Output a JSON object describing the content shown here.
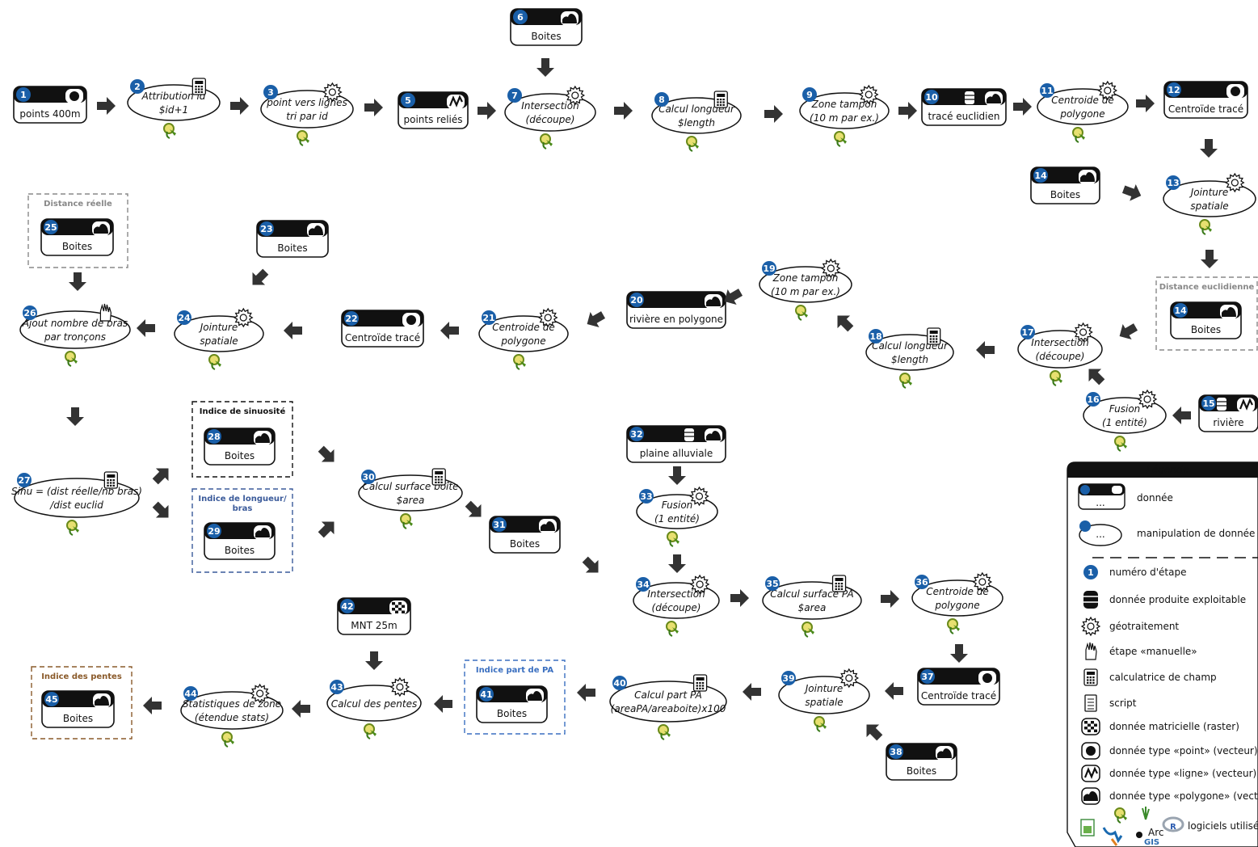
{
  "colors": {
    "step_badge": "#1a5fa8",
    "arrow": "#333333",
    "node_border": "#111111",
    "dist_reelle": "#888888",
    "dist_euclid": "#888888",
    "sinuosite": "#111111",
    "longueur_bras": "#3a5a9a",
    "part_pa": "#3a6fc0",
    "pentes": "#8a5a2a"
  },
  "data_nodes": [
    {
      "num": "1",
      "label": "points 400m",
      "icon": "point-icon"
    },
    {
      "num": "5",
      "label": "points reliés",
      "icon": "line-icon"
    },
    {
      "num": "6",
      "label": "Boites",
      "icon": "polygon-icon"
    },
    {
      "num": "10",
      "label": "tracé euclidien",
      "icon": "polygon-icon",
      "icon2": "database-icon"
    },
    {
      "num": "12",
      "label": "Centroïde tracé",
      "icon": "point-icon"
    },
    {
      "num": "14",
      "label": "Boites",
      "icon": "polygon-icon"
    },
    {
      "num": "14",
      "label": "Boites",
      "icon": "polygon-icon"
    },
    {
      "num": "15",
      "label": "rivière",
      "icon": "line-icon",
      "icon2": "database-icon"
    },
    {
      "num": "20",
      "label": "rivière en polygone",
      "icon": "polygon-icon"
    },
    {
      "num": "22",
      "label": "Centroïde tracé",
      "icon": "point-icon"
    },
    {
      "num": "23",
      "label": "Boites",
      "icon": "polygon-icon"
    },
    {
      "num": "25",
      "label": "Boites",
      "icon": "polygon-icon"
    },
    {
      "num": "28",
      "label": "Boites",
      "icon": "polygon-icon"
    },
    {
      "num": "29",
      "label": "Boites",
      "icon": "polygon-icon"
    },
    {
      "num": "31",
      "label": "Boites",
      "icon": "polygon-icon"
    },
    {
      "num": "32",
      "label": "plaine alluviale",
      "icon": "polygon-icon",
      "icon2": "database-icon"
    },
    {
      "num": "37",
      "label": "Centroïde tracé",
      "icon": "point-icon"
    },
    {
      "num": "38",
      "label": "Boites",
      "icon": "polygon-icon"
    },
    {
      "num": "41",
      "label": "Boites",
      "icon": "polygon-icon"
    },
    {
      "num": "42",
      "label": "MNT 25m",
      "icon": "raster-icon"
    },
    {
      "num": "45",
      "label": "Boites",
      "icon": "polygon-icon"
    }
  ],
  "process_nodes": [
    {
      "num": "2",
      "line1": "Attribution id",
      "line2": "$id+1",
      "icon": "calculator-icon"
    },
    {
      "num": "3",
      "line1": "point vers lignes",
      "line2": "tri par id",
      "icon": "gear-icon"
    },
    {
      "num": "7",
      "line1": "Intersection",
      "line2": "(découpe)",
      "icon": "gear-icon"
    },
    {
      "num": "8",
      "line1": "Calcul longueur",
      "line2": "$length",
      "icon": "calculator-icon"
    },
    {
      "num": "9",
      "line1": "Zone tampon",
      "line2": "(10 m par ex.)",
      "icon": "gear-icon"
    },
    {
      "num": "11",
      "line1": "Centroide de",
      "line2": "polygone",
      "icon": "gear-icon"
    },
    {
      "num": "13",
      "line1": "Jointure",
      "line2": "spatiale",
      "icon": "gear-icon"
    },
    {
      "num": "16",
      "line1": "Fusion",
      "line2": "(1 entité)",
      "icon": "gear-icon"
    },
    {
      "num": "17",
      "line1": "Intersection",
      "line2": "(découpe)",
      "icon": "gear-icon"
    },
    {
      "num": "18",
      "line1": "Calcul longueur",
      "line2": "$length",
      "icon": "calculator-icon"
    },
    {
      "num": "19",
      "line1": "Zone tampon",
      "line2": "(10 m par ex.)",
      "icon": "gear-icon"
    },
    {
      "num": "21",
      "line1": "Centroide de",
      "line2": "polygone",
      "icon": "gear-icon"
    },
    {
      "num": "24",
      "line1": "Jointure",
      "line2": "spatiale",
      "icon": "gear-icon"
    },
    {
      "num": "26",
      "line1": "Ajout nombre de bras",
      "line2": "par tronçons",
      "icon": "hand-icon"
    },
    {
      "num": "27",
      "line1": "Sinu = (dist réelle/nb bras)",
      "line2": "/dist euclid",
      "icon": "calculator-icon"
    },
    {
      "num": "30",
      "line1": "Calcul surface boîte",
      "line2": "$area",
      "icon": "calculator-icon"
    },
    {
      "num": "33",
      "line1": "Fusion",
      "line2": "(1 entité)",
      "icon": "gear-icon"
    },
    {
      "num": "34",
      "line1": "Intersection",
      "line2": "(découpe)",
      "icon": "gear-icon"
    },
    {
      "num": "35",
      "line1": "Calcul surface PA",
      "line2": "$area",
      "icon": "calculator-icon"
    },
    {
      "num": "36",
      "line1": "Centroide de",
      "line2": "polygone",
      "icon": "gear-icon"
    },
    {
      "num": "39",
      "line1": "Jointure",
      "line2": "spatiale",
      "icon": "gear-icon"
    },
    {
      "num": "40",
      "line1": "Calcul part PA",
      "line2": "(areaPA/areaboite)x100",
      "icon": "calculator-icon"
    },
    {
      "num": "43",
      "line1": "Calcul des pentes",
      "line2": "",
      "icon": "gear-icon"
    },
    {
      "num": "44",
      "line1": "Statistiques de zone",
      "line2": "(étendue stats)",
      "icon": "gear-icon"
    }
  ],
  "groups": [
    {
      "title": "Distance réelle"
    },
    {
      "title": "Distance euclidienne"
    },
    {
      "title": "Indice de sinuosité"
    },
    {
      "title": "Indice de longueur/",
      "title2": "bras"
    },
    {
      "title": "Indice part de PA"
    },
    {
      "title": "Indice des pentes"
    }
  ],
  "legend": {
    "title": "Légende",
    "ellipsis": "...",
    "items": [
      {
        "label": "donnée",
        "icon": "data-node-icon"
      },
      {
        "label": "manipulation de donnée",
        "icon": "process-node-icon"
      },
      {
        "label": "numéro d'étape",
        "icon": "step-number-icon"
      },
      {
        "label": "donnée produite exploitable",
        "icon": "database-icon"
      },
      {
        "label": "géotraitement",
        "icon": "gear-icon"
      },
      {
        "label": "étape «manuelle»",
        "icon": "hand-icon"
      },
      {
        "label": "calculatrice de champ",
        "icon": "calculator-icon"
      },
      {
        "label": "script",
        "icon": "script-icon"
      },
      {
        "label": "donnée matricielle (raster)",
        "icon": "raster-icon"
      },
      {
        "label": "donnée type «point» (vecteur)",
        "icon": "point-icon"
      },
      {
        "label": "donnée type «ligne» (vecteur)",
        "icon": "line-icon"
      },
      {
        "label": "donnée type «polygone» (vecteur)",
        "icon": "polygon-icon"
      }
    ],
    "software_label": "logiciels utilisés",
    "arcgis_label": "Arc",
    "arcgis_label2": "GIS",
    "r_label": "R"
  }
}
